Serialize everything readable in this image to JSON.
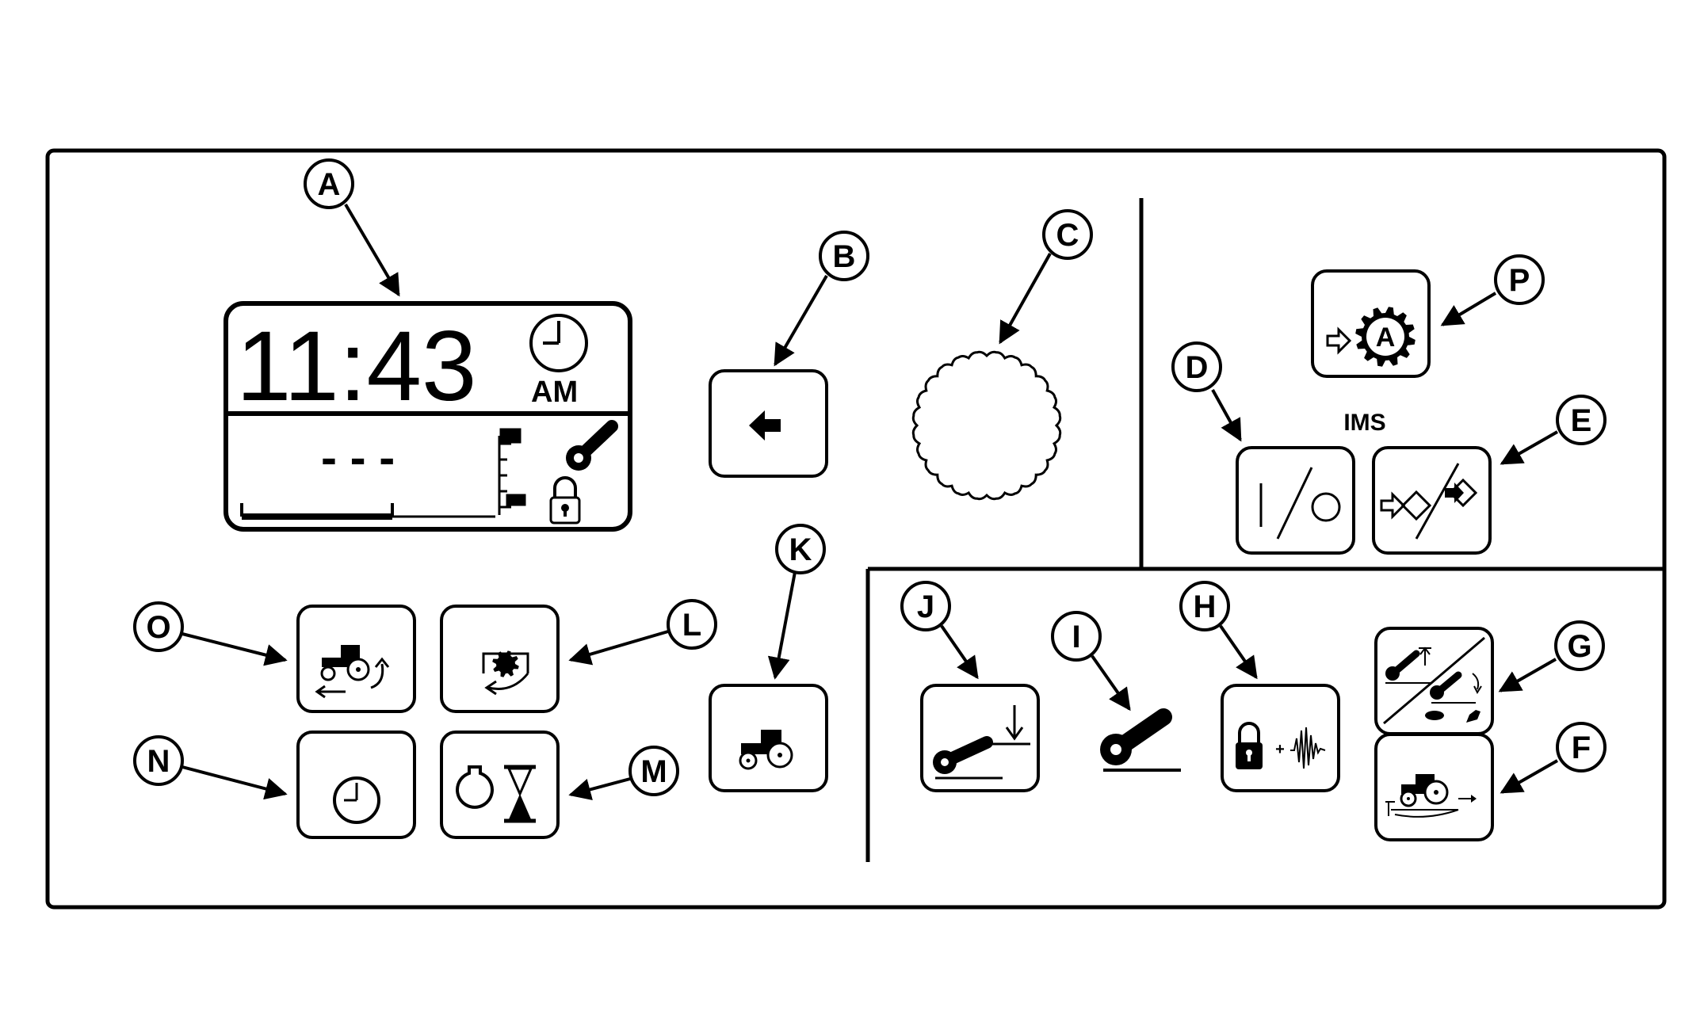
{
  "display": {
    "time": "11:43",
    "meridiem": "AM",
    "dashes": "- - -"
  },
  "ims_label": "IMS",
  "callouts": {
    "a": "A",
    "b": "B",
    "c": "C",
    "d": "D",
    "e": "E",
    "f": "F",
    "g": "G",
    "h": "H",
    "i": "I",
    "j": "J",
    "k": "K",
    "l": "L",
    "m": "M",
    "n": "N",
    "o": "O",
    "p": "P"
  },
  "icons": {
    "clock": "clock-icon",
    "hitch": "hitch-arm-icon",
    "lock": "padlock-icon",
    "left_arrow": "left-arrow-icon",
    "auto_gear": "auto-gear-icon",
    "on_off": "on-off-icon",
    "ims_sequence": "ims-sequence-icon",
    "hitch_down": "hitch-lower-icon",
    "lock_vibration": "lock-vibration-icon",
    "hitch_raise_speed": "hitch-raise-speed-icon",
    "tractor_load": "tractor-load-icon",
    "tractor": "tractor-icon",
    "tractor_reverse": "tractor-reverse-icon",
    "pto_rotate": "pto-rotate-icon",
    "timer": "timer-icon",
    "engine_hourglass": "engine-hourglass-icon"
  },
  "colors": {
    "ink": "#000000",
    "paper": "#ffffff"
  }
}
